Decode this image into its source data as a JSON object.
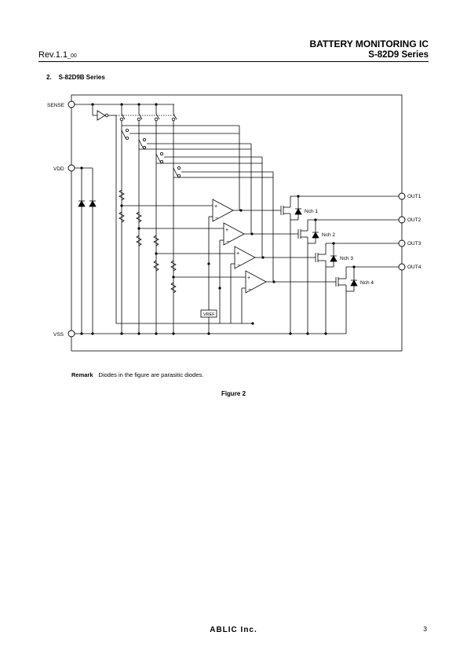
{
  "header": {
    "doc_title": "BATTERY MONITORING IC",
    "revision_main": "Rev.1.1",
    "revision_sub": "_00",
    "series": "S-82D9 Series"
  },
  "section": {
    "number": "2.",
    "title": "S-82D9B Series"
  },
  "circuit": {
    "pins": {
      "sense": "SENSE",
      "vdd": "VDD",
      "vss": "VSS",
      "out1": "OUT1",
      "out2": "OUT2",
      "out3": "OUT3",
      "out4": "OUT4"
    },
    "transistors": [
      "Nch 1",
      "Nch 2",
      "Nch 3",
      "Nch 4"
    ],
    "vref_label": "VREF"
  },
  "remark": {
    "label": "Remark",
    "text": "Diodes in the figure are parasitic diodes."
  },
  "figure_caption": "Figure 2",
  "footer": {
    "logo": "ABLIC Inc.",
    "page_number": "3"
  }
}
